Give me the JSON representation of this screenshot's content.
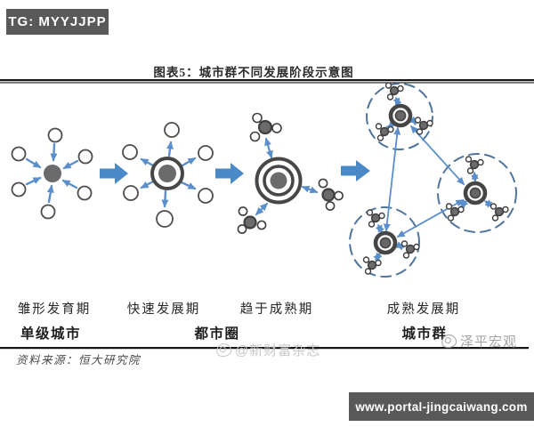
{
  "badge": {
    "label": "TG: MYYJJPP"
  },
  "chart": {
    "title": "图表5：城市群不同发展阶段示意图"
  },
  "stages": [
    {
      "label": "雏形发育期"
    },
    {
      "label": "快速发展期"
    },
    {
      "label": "趋于成熟期"
    },
    {
      "label": "成熟发展期"
    }
  ],
  "categories": [
    {
      "label": "单级城市"
    },
    {
      "label": "都市圈"
    },
    {
      "label": "城市群"
    }
  ],
  "source": {
    "label": "资料来源：恒大研究院"
  },
  "watermarks": {
    "center_text": "@新财富杂志",
    "right_text": "泽平宏观"
  },
  "footer": {
    "url": "www.portal-jingcaiwang.com"
  },
  "colors": {
    "badge_bg": "#595959",
    "footer_bg": "#595959",
    "big_arrow_blue": "#4a89c8",
    "small_arrow_blue": "#5b8fcb",
    "node_gray": "#6b6b6b",
    "ring_gray": "#474747",
    "dashed_circle_blue": "#4f759c",
    "rule_black": "#161616"
  }
}
